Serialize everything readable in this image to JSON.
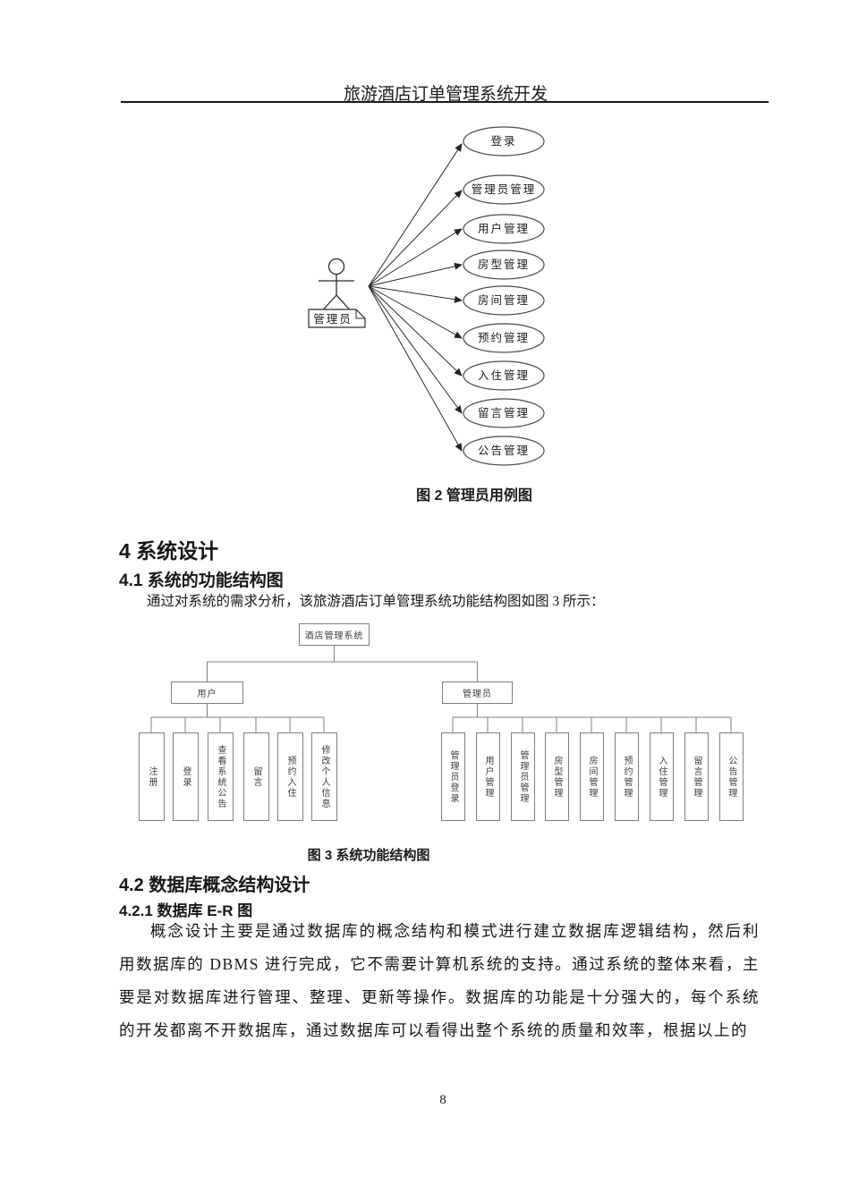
{
  "header": {
    "title": "旅游酒店订单管理系统开发"
  },
  "figure2": {
    "actor_label": "管理员",
    "usecases": [
      "登录",
      "管理员管理",
      "用户管理",
      "房型管理",
      "房间管理",
      "预约管理",
      "入住管理",
      "留言管理",
      "公告管理"
    ],
    "caption": "图 2 管理员用例图"
  },
  "sections": {
    "h4": "4 系统设计",
    "h41": "4.1 系统的功能结构图",
    "p41": "通过对系统的需求分析，该旅游酒店订单管理系统功能结构图如图 3 所示：",
    "h42": "4.2 数据库概念结构设计",
    "h421": "4.2.1 数据库 E-R 图",
    "p421": "概念设计主要是通过数据库的概念结构和模式进行建立数据库逻辑结构，然后利用数据库的 DBMS 进行完成，它不需要计算机系统的支持。通过系统的整体来看，主要是对数据库进行管理、整理、更新等操作。数据库的功能是十分强大的，每个系统的开发都离不开数据库，通过数据库可以看得出整个系统的质量和效率，根据以上的"
  },
  "figure3": {
    "root": "酒店管理系统",
    "branches": [
      {
        "label": "用户",
        "children": [
          "注册",
          "登录",
          "查看系统公告",
          "留言",
          "预约入住",
          "修改个人信息"
        ]
      },
      {
        "label": "管理员",
        "children": [
          "管理员登录",
          "用户管理",
          "管理员管理",
          "房型管理",
          "房间管理",
          "预约管理",
          "入住管理",
          "留言管理",
          "公告管理"
        ]
      }
    ],
    "caption": "图 3 系统功能结构图"
  },
  "footer": {
    "page_number": "8"
  }
}
